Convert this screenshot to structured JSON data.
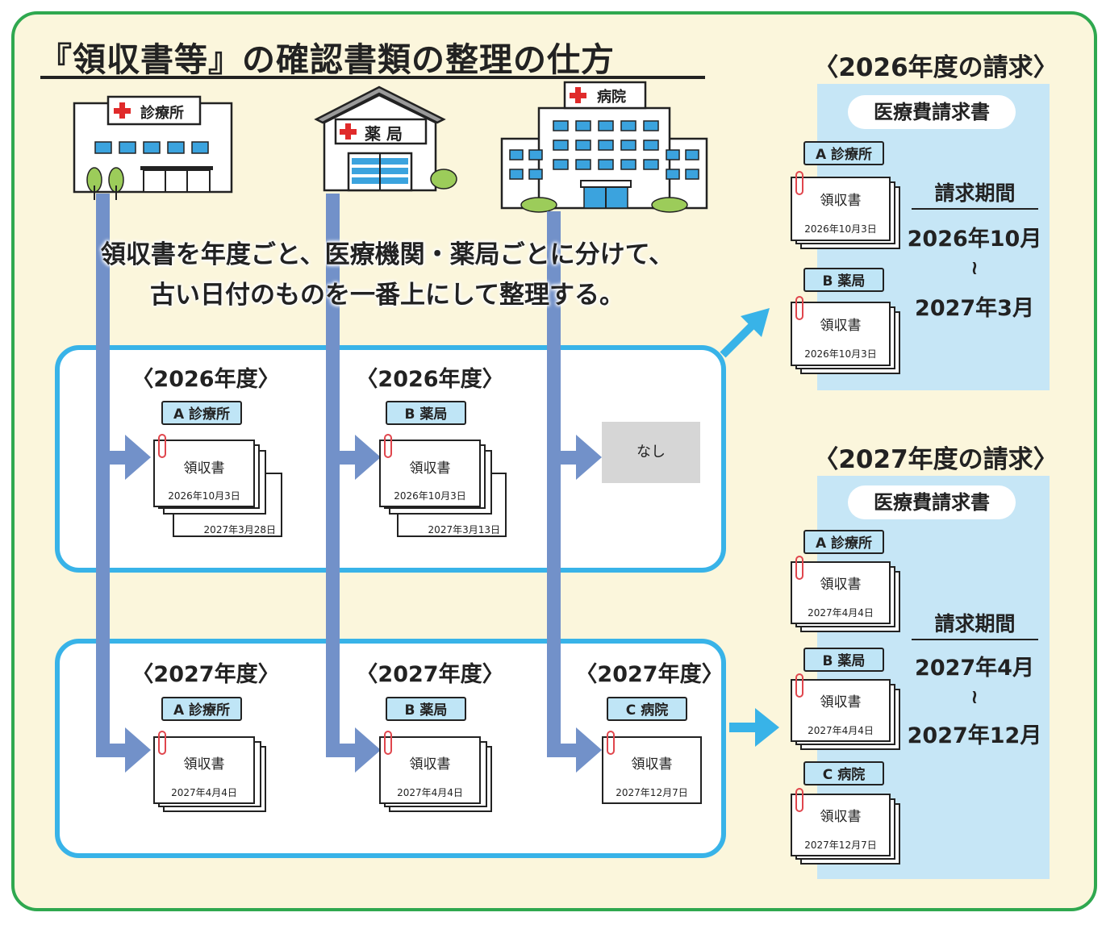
{
  "title": "『領収書等』の確認書類の整理の仕方",
  "instruction": {
    "line1": "領収書を年度ごと、医療機関・薬局ごとに分けて、",
    "line2": "古い日付のものを一番上にして整理する。"
  },
  "buildings": {
    "clinic": "診療所",
    "pharmacy": "薬 局",
    "hospital": "病院"
  },
  "receipt_label": "領収書",
  "fy2026": {
    "clinic_year": "〈2026年度〉",
    "pharmacy_year": "〈2026年度〉",
    "clinic_tag": "A 診療所",
    "pharmacy_tag": "B 薬局",
    "clinic_date_front": "2026年10月3日",
    "clinic_date_back": "2027年3月28日",
    "pharmacy_date_front": "2026年10月3日",
    "pharmacy_date_back": "2027年3月13日",
    "hospital_none": "なし"
  },
  "fy2027": {
    "clinic_year": "〈2027年度〉",
    "pharmacy_year": "〈2027年度〉",
    "hospital_year": "〈2027年度〉",
    "clinic_tag": "A 診療所",
    "pharmacy_tag": "B 薬局",
    "hospital_tag": "C 病院",
    "clinic_date": "2027年4月4日",
    "pharmacy_date": "2027年4月4日",
    "hospital_date": "2027年12月7日"
  },
  "claim2026": {
    "title": "〈2026年度の請求〉",
    "form": "医療費請求書",
    "tag_a": "A 診療所",
    "date_a": "2026年10月3日",
    "tag_b": "B 薬局",
    "date_b": "2026年10月3日",
    "period_label": "請求期間",
    "period_from": "2026年10月",
    "period_tilde": "≀",
    "period_to": "2027年3月"
  },
  "claim2027": {
    "title": "〈2027年度の請求〉",
    "form": "医療費請求書",
    "tag_a": "A 診療所",
    "date_a": "2027年4月4日",
    "tag_b": "B 薬局",
    "date_b": "2027年4月4日",
    "tag_c": "C 病院",
    "date_c": "2027年12月7日",
    "period_label": "請求期間",
    "period_from": "2027年4月",
    "period_tilde": "≀",
    "period_to": "2027年12月"
  },
  "colors": {
    "frame_border": "#2fa84f",
    "background": "#fbf6dc",
    "year_box_border": "#38b3e8",
    "lane_arrow": "#7291c9",
    "tag_fill": "#bfe5f6",
    "claim_panel": "#c6e6f6",
    "red_cross": "#e02a2a",
    "clip": "#e0464d"
  }
}
